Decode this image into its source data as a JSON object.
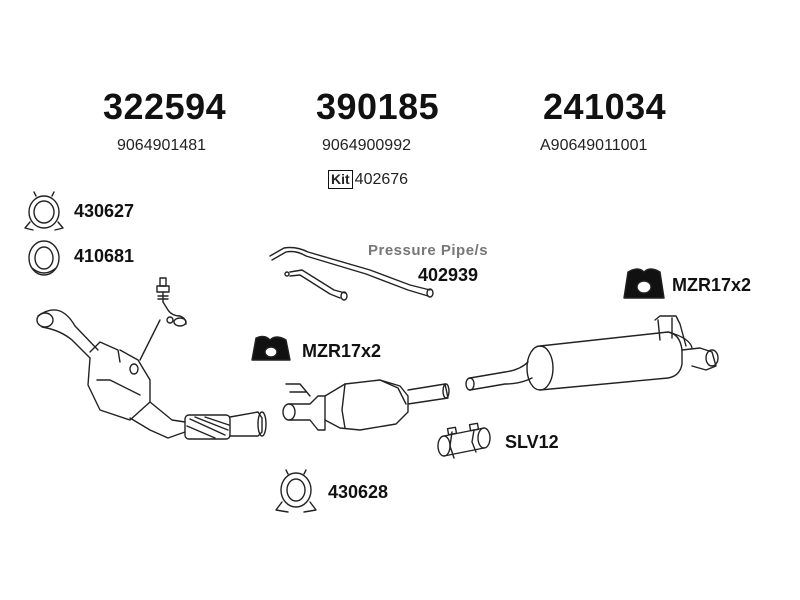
{
  "columns": [
    {
      "part": "322594",
      "oe": "9064901481"
    },
    {
      "part": "390185",
      "oe": "9064900992"
    },
    {
      "part": "241034",
      "oe": "A90649011001"
    }
  ],
  "kit": {
    "badge": "Kit",
    "number": "402676"
  },
  "clamps": {
    "top": "430627",
    "ring": "410681",
    "bottom": "430628"
  },
  "pressure_pipe": {
    "label": "Pressure Pipe/s",
    "number": "402939"
  },
  "mounts": {
    "left": "MZR17x2",
    "right": "MZR17x2"
  },
  "sleeve": "SLV12"
}
